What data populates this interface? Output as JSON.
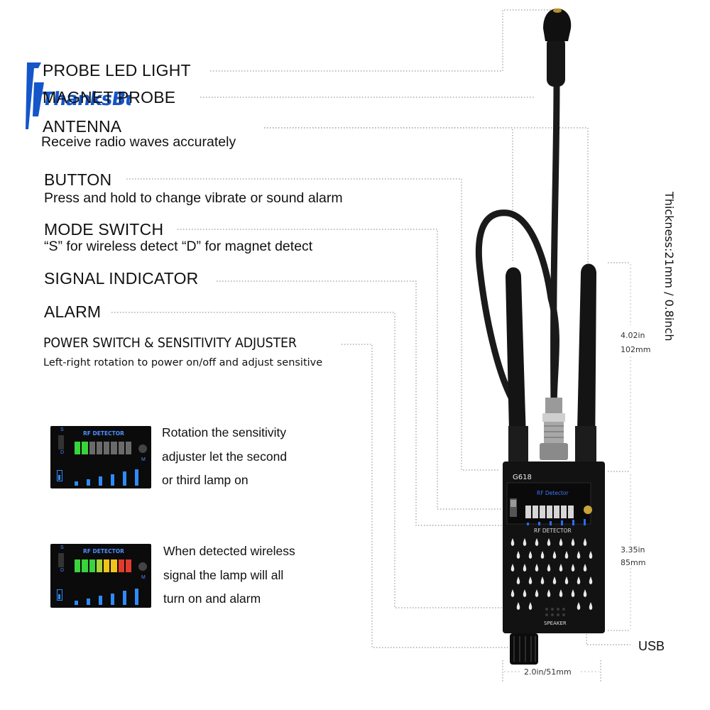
{
  "watermark": "ThanksBuyer",
  "features": {
    "probe_led": "PROBE LED LIGHT",
    "magnet_probe": "MAGNET PROBE",
    "antenna": "ANTENNA",
    "antenna_desc": "Receive radio waves accurately",
    "button": "BUTTON",
    "button_desc": "Press and hold to change vibrate or sound alarm",
    "mode_switch": "MODE SWITCH",
    "mode_switch_desc": "“S” for wireless detect “D” for magnet detect",
    "signal_indicator": "SIGNAL INDICATOR",
    "alarm": "ALARM",
    "power_switch": "POWER SWITCH & SENSITIVITY ADJUSTER",
    "power_switch_desc": "Left-right rotation to power on/off and adjust sensitive"
  },
  "panels": [
    {
      "title": "RF DETECTOR",
      "switch_top": "S",
      "switch_bottom": "D",
      "mode": "M",
      "lit": [
        "#39d33c",
        "#39d33c"
      ],
      "caption": [
        "Rotation the sensitivity",
        "adjuster let the second",
        "or third lamp on"
      ]
    },
    {
      "title": "RF DETECTOR",
      "switch_top": "S",
      "switch_bottom": "D",
      "mode": "M",
      "lit": [
        "#39d33c",
        "#39d33c",
        "#39d33c",
        "#a6d43a",
        "#f0c419",
        "#f0c419",
        "#e23b2e",
        "#e23b2e"
      ],
      "caption": [
        "When detected wireless",
        "signal the lamp will all",
        "turn on and alarm"
      ]
    }
  ],
  "device": {
    "model": "G618",
    "face_label": "RF Detector",
    "panel_label": "RF DETECTOR",
    "speaker": "SPEAKER"
  },
  "dimensions": {
    "thickness": "Thickness:21mm / 0.8inch",
    "antenna_in": "4.02in",
    "antenna_mm": "102mm",
    "body_in": "3.35in",
    "body_mm": "85mm",
    "width": "2.0in/51mm",
    "usb": "USB"
  }
}
